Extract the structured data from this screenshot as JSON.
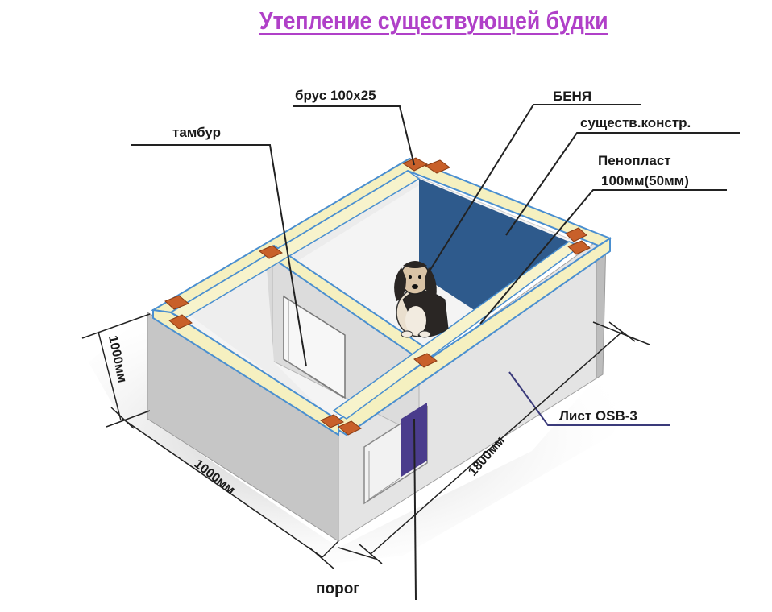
{
  "title": "Утепление существующей будки",
  "labels": {
    "timber": "брус 100х25",
    "dog_name": "БЕНЯ",
    "vestibule": "тамбур",
    "existing": "существ.констр.",
    "foam_line1": "Пенопласт",
    "foam_line2": "100мм(50мм)",
    "osb": "Лист OSB-3",
    "threshold": "порог"
  },
  "dimensions": {
    "height": "1000мм",
    "width": "1000мм",
    "length": "1800мм"
  },
  "colors": {
    "title": "#b040c8",
    "foam": "#f5f0c0",
    "timber": "#c8602a",
    "wall_blue": "#2e5a8c",
    "film": "#5a9ad8",
    "opening": "#4a3c8c",
    "panel_front": "#e6e6e6",
    "panel_side": "#c9c9c9"
  }
}
